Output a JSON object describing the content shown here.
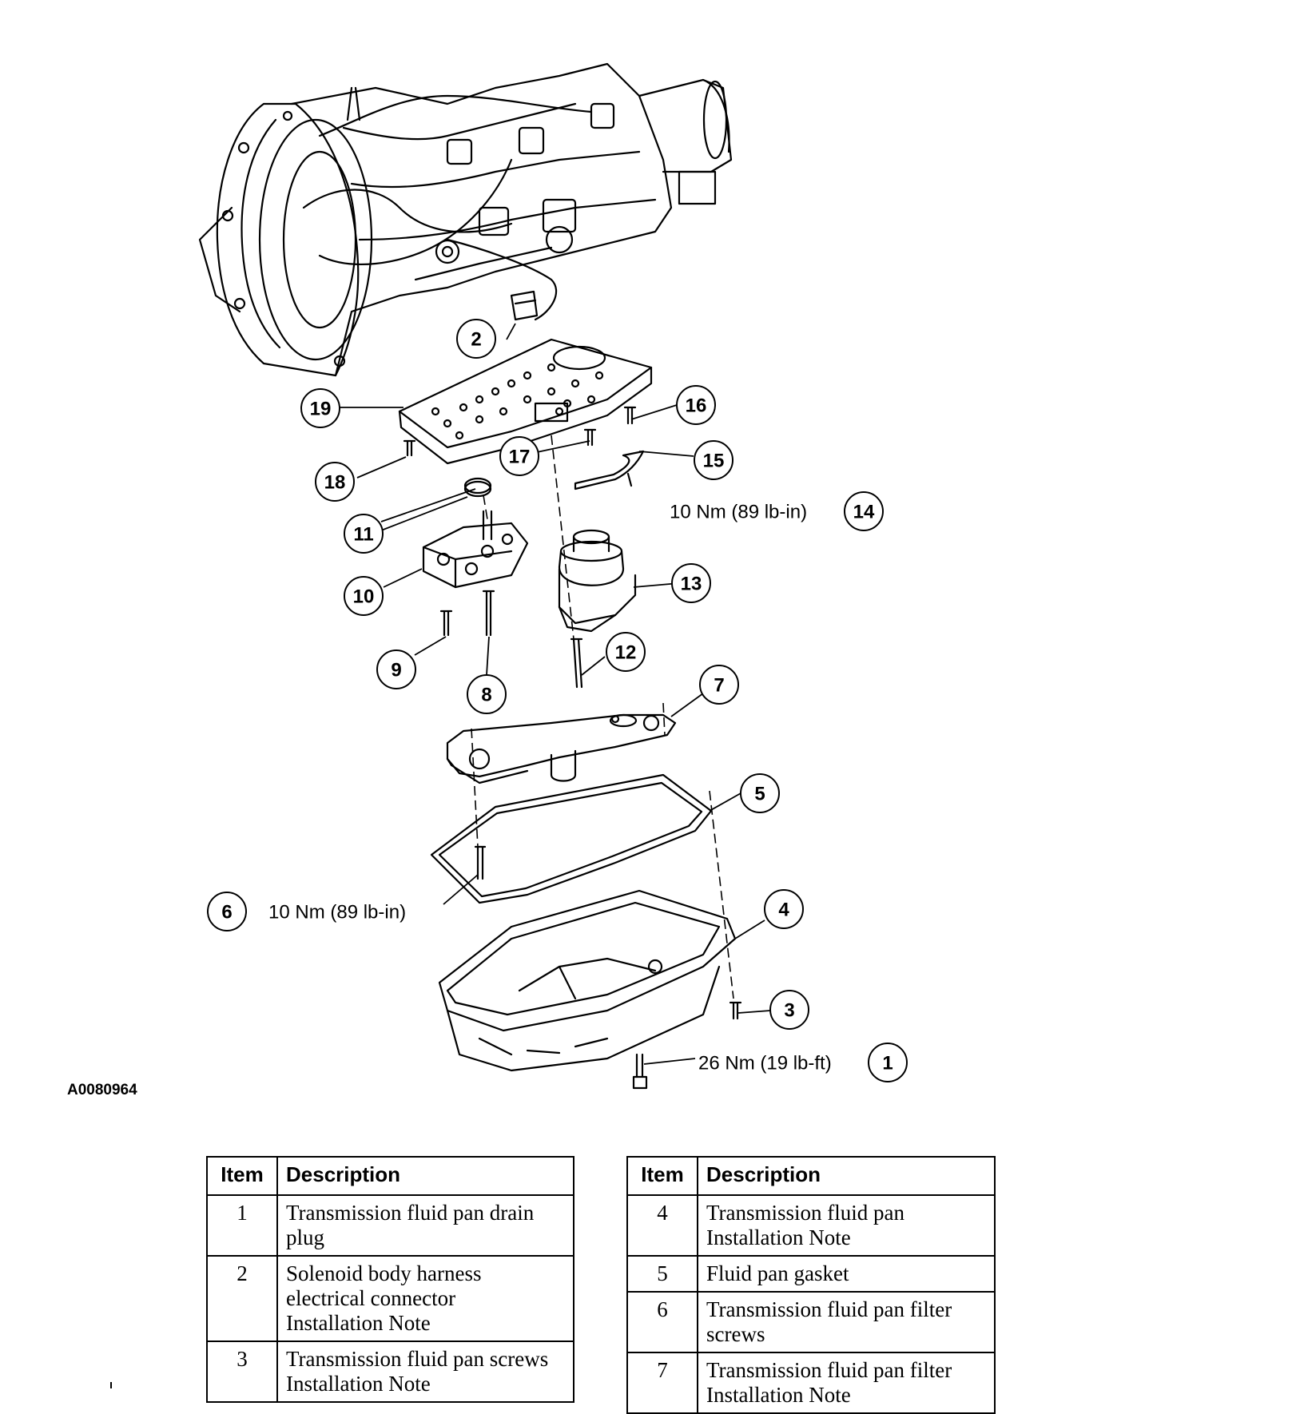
{
  "figure_id": "A0080964",
  "callouts": [
    "1",
    "2",
    "3",
    "4",
    "5",
    "6",
    "7",
    "8",
    "9",
    "10",
    "11",
    "12",
    "13",
    "14",
    "15",
    "16",
    "17",
    "18",
    "19"
  ],
  "torque_labels": {
    "item14": "10 Nm (89 lb-in)",
    "item6": "10 Nm (89 lb-in)",
    "item1": "26 Nm (19 lb-ft)"
  },
  "table_headers": {
    "item": "Item",
    "description": "Description"
  },
  "table_left": [
    {
      "item": "1",
      "lines": [
        "Transmission fluid pan drain",
        "plug"
      ]
    },
    {
      "item": "2",
      "lines": [
        "Solenoid body harness",
        "electrical connector",
        "Installation Note"
      ]
    },
    {
      "item": "3",
      "lines": [
        "Transmission fluid pan screws",
        "Installation Note"
      ]
    }
  ],
  "table_right": [
    {
      "item": "4",
      "lines": [
        "Transmission fluid pan",
        "Installation Note"
      ]
    },
    {
      "item": "5",
      "lines": [
        "Fluid pan gasket"
      ]
    },
    {
      "item": "6",
      "lines": [
        "Transmission fluid pan filter",
        "screws"
      ]
    },
    {
      "item": "7",
      "lines": [
        "Transmission fluid pan filter",
        "Installation Note"
      ]
    }
  ]
}
